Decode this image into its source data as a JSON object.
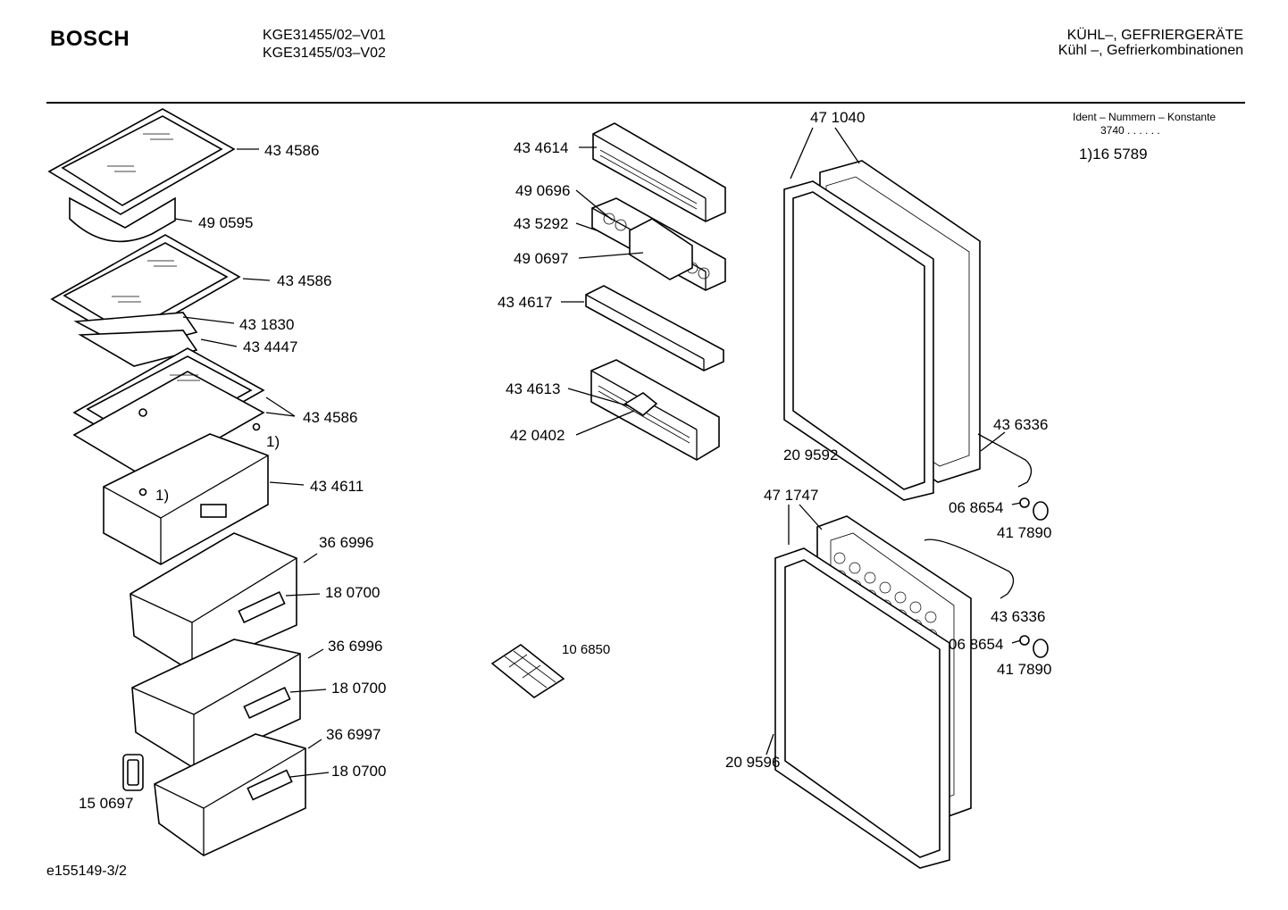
{
  "header": {
    "brand": "BOSCH",
    "models": [
      "KGE31455/02–V01",
      "KGE31455/03–V02"
    ],
    "title_line1": "KÜHL–, GEFRIERGERÄTE",
    "title_line2": "Kühl –, Gefrierkombinationen"
  },
  "ident": {
    "heading": "Ident – Nummern – Konstante",
    "values": "3740  .  .     .  .  .  .",
    "part": "1)16 5789"
  },
  "footer": {
    "diagram_id": "e155149-3/2"
  },
  "parts": {
    "p01": "43 4586",
    "p02": "49 0595",
    "p03": "43 4586",
    "p04": "43 1830",
    "p05": "43 4447",
    "p06": "43 4586",
    "p07": "1)",
    "p08": "1)",
    "p09": "43 4611",
    "p10": "36 6996",
    "p11": "18 0700",
    "p12": "36 6996",
    "p13": "18 0700",
    "p14": "36 6997",
    "p15": "18 0700",
    "p16": "15 0697",
    "p17": "43 4614",
    "p18": "49 0696",
    "p19": "43 5292",
    "p20": "49 0697",
    "p21": "43 4617",
    "p22": "43 4613",
    "p23": "42 0402",
    "p24": "10 6850",
    "p25": "47 1040",
    "p26": "20 9592",
    "p27": "43 6336",
    "p28": "06 8654",
    "p29": "41 7890",
    "p30": "47 1747",
    "p31": "43 6336",
    "p32": "06 8654",
    "p33": "41 7890",
    "p34": "20 9596"
  }
}
